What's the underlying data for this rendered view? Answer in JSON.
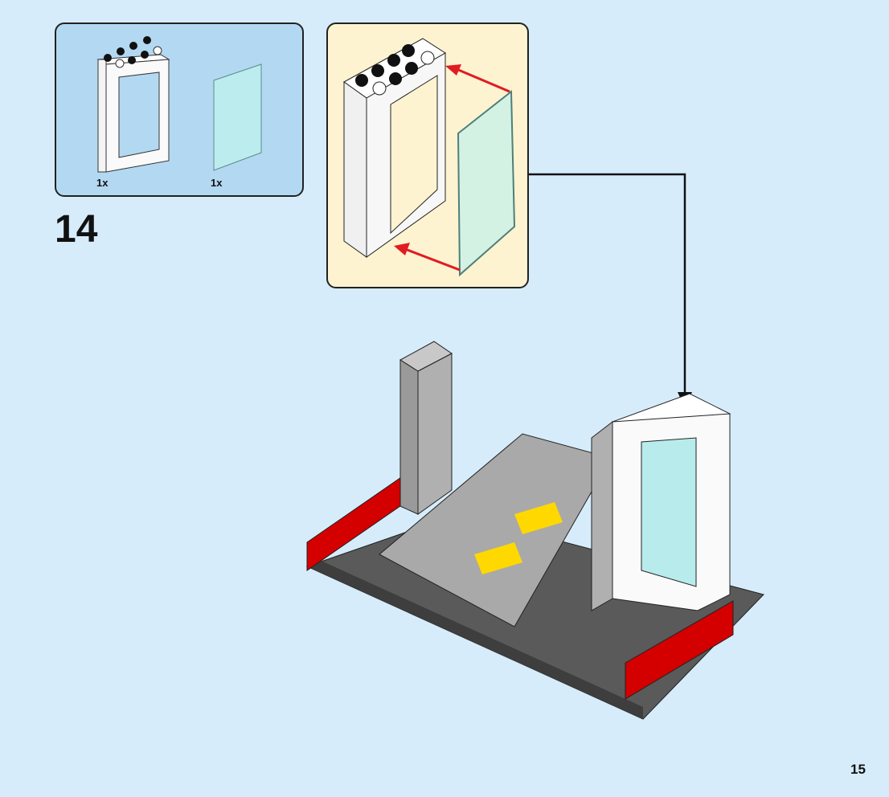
{
  "step": {
    "number": "14"
  },
  "page": {
    "number": "15"
  },
  "parts_list": {
    "items": [
      {
        "name": "white-window-frame-1x2x3",
        "quantity": "1x"
      },
      {
        "name": "trans-light-blue-glass-pane",
        "quantity": "1x"
      }
    ]
  },
  "colors": {
    "background": "#d6ecfa",
    "parts_box": "#b3d8f2",
    "sub_assembly_box": "#fdf3d0",
    "arrow_red": "#e11b22",
    "brick_red": "#d40000",
    "plate_dark_gray": "#4a4a4a",
    "tile_gray": "#a9a9a9",
    "yellow": "#ffd800",
    "glass": "#b8ebec"
  }
}
